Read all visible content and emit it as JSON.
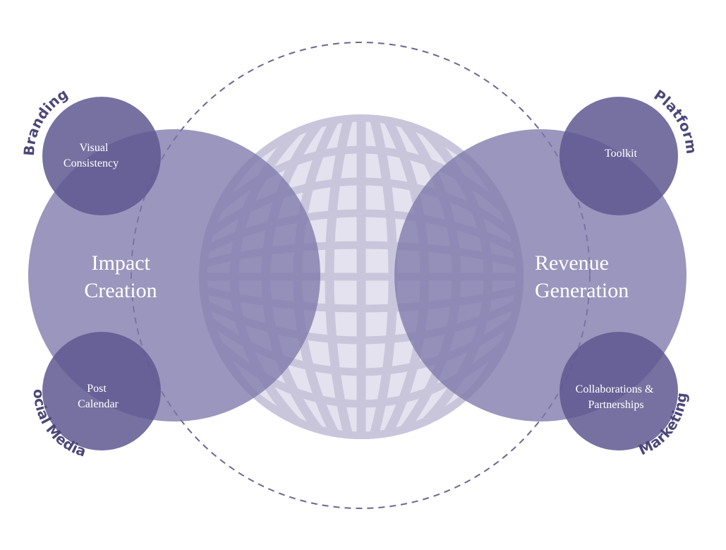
{
  "colors": {
    "big_circle": "#7f78ab",
    "small_circle": "#5f5890",
    "dashed_line": "#6b6694",
    "watermark": "#c9c6dc",
    "arc_label": "#4c4778",
    "circle_text": "#ffffff"
  },
  "watermark": {
    "icon": "woven-globe-icon"
  },
  "main_circles": {
    "left": {
      "line1": "Impact",
      "line2": "Creation"
    },
    "right": {
      "line1": "Revenue",
      "line2": "Generation"
    }
  },
  "satellites": {
    "top_left": {
      "arc_label": "Branding",
      "line1": "Visual",
      "line2": "Consistency"
    },
    "bottom_left": {
      "arc_label": "Social Media",
      "line1": "Post",
      "line2": "Calendar"
    },
    "top_right": {
      "arc_label": "Platform",
      "line1": "Toolkit"
    },
    "bottom_right": {
      "arc_label": "Marketing",
      "line1": "Collaborations &",
      "line2": "Partnerships"
    }
  }
}
